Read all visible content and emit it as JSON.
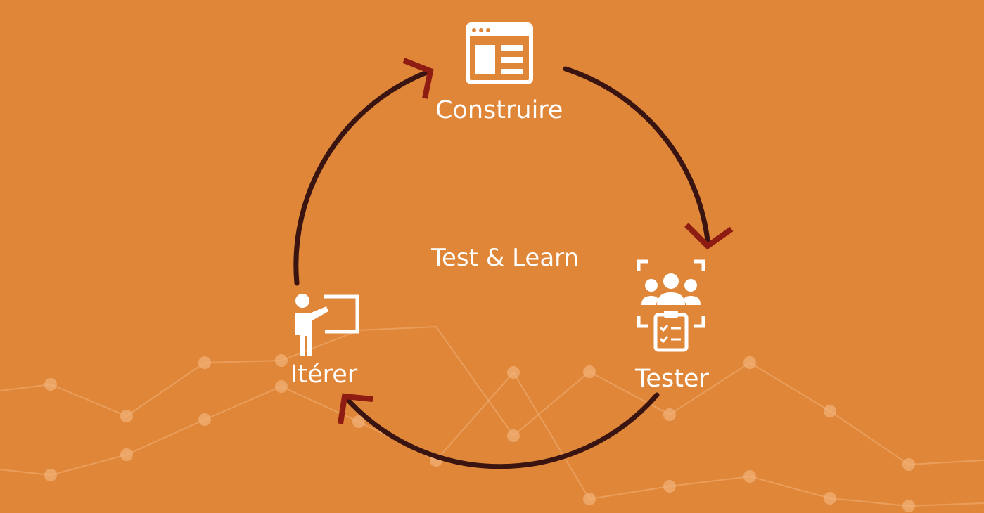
{
  "diagram": {
    "center_label": "Test & Learn",
    "steps": [
      {
        "label": "Construire",
        "icon": "browser-window-icon"
      },
      {
        "label": "Tester",
        "icon": "user-testing-clipboard-icon"
      },
      {
        "label": "Itérer",
        "icon": "presenter-board-icon"
      }
    ]
  },
  "colors": {
    "background": "#e08638",
    "cycle_arc": "#3a1410",
    "arrowhead": "#8e1c12",
    "icon_and_text": "#ffffff",
    "background_network": "#f2b27a"
  }
}
